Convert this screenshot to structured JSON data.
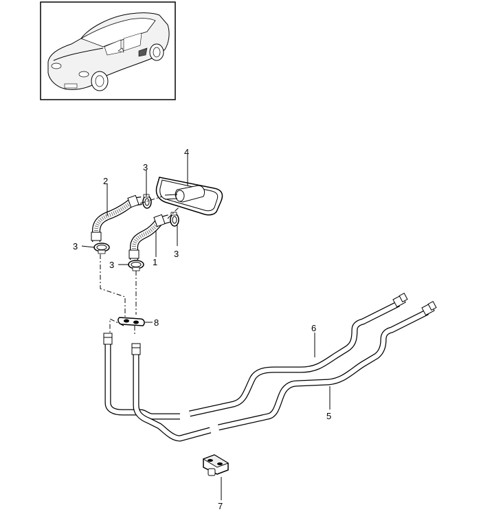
{
  "callouts": {
    "c1": "1",
    "c2": "2",
    "c3a": "3",
    "c3b": "3",
    "c3c": "3",
    "c3d": "3",
    "c4": "4",
    "c5": "5",
    "c6": "6",
    "c7": "7",
    "c8": "8"
  }
}
